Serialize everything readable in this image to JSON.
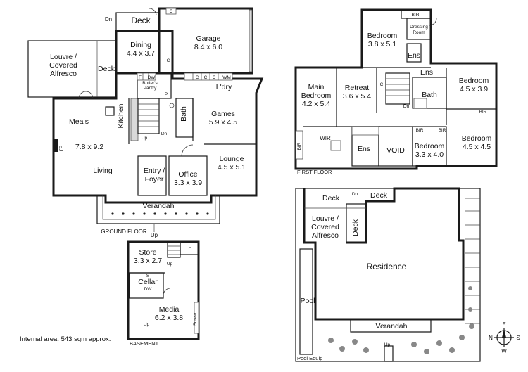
{
  "ground_floor": {
    "caption": "GROUND FLOOR",
    "rooms": {
      "deck_top": "Deck",
      "dn_top": "Dn",
      "dining": "Dining",
      "dining_size": "4.4 x 3.7",
      "garage": "Garage",
      "garage_size": "8.4 x 6.0",
      "louvre": "Louvre /",
      "covered": "Covered",
      "alfresco": "Alfresco",
      "deck_side": "Deck",
      "butlers": "Butler's",
      "pantry": "Pantry",
      "ldry": "L'dry",
      "meals": "Meals",
      "kitchen": "Kitchen",
      "games": "Games",
      "games_size": "5.9 x 4.5",
      "bath": "Bath",
      "up_stair": "Up",
      "dn_stair": "Dn",
      "fp": "FP",
      "living": "Living",
      "living_size": "7.8 x 9.2",
      "entry": "Entry /",
      "foyer": "Foyer",
      "office": "Office",
      "office_size": "3.3 x 3.9",
      "lounge": "Lounge",
      "lounge_size": "4.5 x 5.1",
      "verandah": "Verandah",
      "up_front": "Up",
      "c": "C",
      "dw": "DW",
      "wm": "WM",
      "f": "F",
      "p": "P"
    }
  },
  "first_floor": {
    "caption": "FIRST FLOOR",
    "rooms": {
      "bir": "BIR",
      "dressing": "Dressing",
      "dressing_room": "Room",
      "bedroom": "Bedroom",
      "bed1_size": "3.8 x 5.1",
      "ens": "Ens",
      "main_bedroom": "Main",
      "main_bedroom2": "Bedroom",
      "main_size": "4.2 x 5.4",
      "retreat": "Retreat",
      "retreat_size": "3.6 x 5.4",
      "bath": "Bath",
      "bed_r_size": "4.5 x 3.9",
      "wir": "WIR",
      "void": "VOID",
      "bed3_size": "3.3 x 4.0",
      "bed4_size": "4.5 x 4.5",
      "dn": "Dn",
      "c": "C"
    }
  },
  "basement": {
    "caption": "BASEMENT",
    "rooms": {
      "store": "Store",
      "store_size": "3.3 x 2.7",
      "cellar": "Cellar",
      "media": "Media",
      "media_size": "6.2 x 3.8",
      "up": "Up",
      "c": "C",
      "s": "S",
      "dw": "DW",
      "screen": "Screen"
    }
  },
  "site_plan": {
    "labels": {
      "deck_a": "Deck",
      "dn": "Dn",
      "deck_b": "Deck",
      "louvre": "Louvre /",
      "covered": "Covered",
      "alfresco": "Alfresco",
      "deck_c": "Deck",
      "residence": "Residence",
      "pool": "Pool",
      "verandah": "Verandah",
      "up": "Up",
      "pool_equip": "Pool Equip"
    },
    "compass": {
      "n": "N",
      "s": "S",
      "e": "E",
      "w": "W"
    }
  },
  "footer": {
    "internal_area": "Internal area: 543 sqm approx."
  }
}
